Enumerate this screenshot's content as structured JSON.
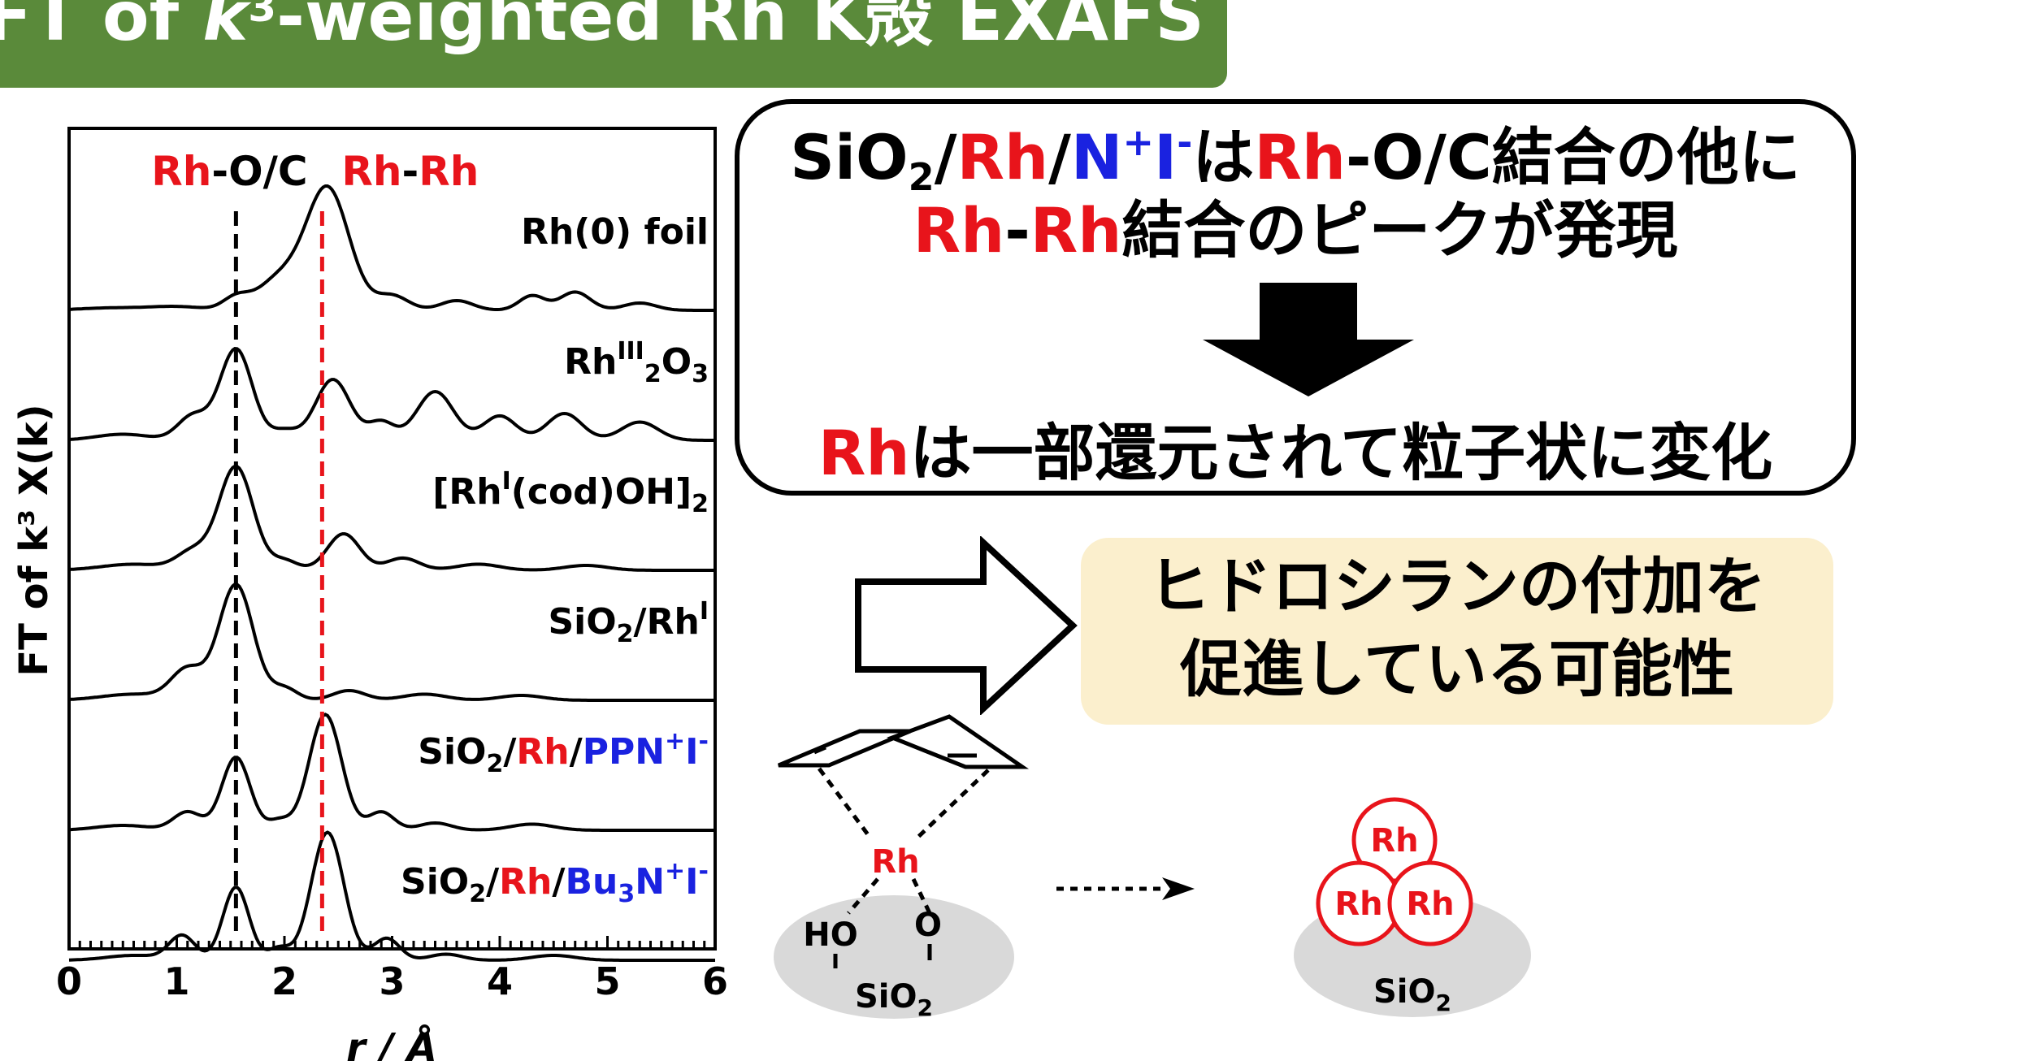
{
  "title": {
    "prefix": "FT of ",
    "k": "k",
    "exp": "3",
    "suffix": "-weighted Rh K殻 EXAFS"
  },
  "colors": {
    "red": "#e8141b",
    "blue": "#1a22e0",
    "banner": "#5a8a3a",
    "highlight": "#fbefcd"
  },
  "chart_data": {
    "type": "line",
    "xlabel": "r / Å",
    "ylabel": "FT of k³ X(k)",
    "xlim": [
      0,
      6
    ],
    "x_ticks": [
      "0",
      "1",
      "2",
      "3",
      "4",
      "5",
      "6"
    ],
    "reference_lines": [
      {
        "label_parts": [
          "Rh",
          "-O/C"
        ],
        "x": 1.55,
        "color": "#000000"
      },
      {
        "label_parts": [
          "Rh",
          "-",
          "Rh"
        ],
        "x": 2.35,
        "color": "#e8141b"
      }
    ],
    "series": [
      {
        "name": "Rh(0) foil",
        "baseline": 0.0,
        "peaks": [
          [
            0.4,
            0.02,
            0.3
          ],
          [
            1.0,
            0.03,
            0.25
          ],
          [
            1.55,
            0.1,
            0.12
          ],
          [
            1.95,
            0.25,
            0.2
          ],
          [
            2.4,
            1.0,
            0.2
          ],
          [
            3.0,
            0.12,
            0.15
          ],
          [
            3.6,
            0.08,
            0.15
          ],
          [
            4.3,
            0.12,
            0.12
          ],
          [
            4.7,
            0.15,
            0.14
          ],
          [
            5.3,
            0.06,
            0.15
          ]
        ]
      },
      {
        "name": "RhIII2O3",
        "baseline": 0.0,
        "peaks": [
          [
            0.5,
            0.05,
            0.25
          ],
          [
            1.15,
            0.2,
            0.14
          ],
          [
            1.55,
            0.75,
            0.15
          ],
          [
            2.0,
            0.08,
            0.12
          ],
          [
            2.45,
            0.5,
            0.16
          ],
          [
            2.9,
            0.15,
            0.12
          ],
          [
            3.4,
            0.4,
            0.17
          ],
          [
            4.0,
            0.2,
            0.15
          ],
          [
            4.6,
            0.22,
            0.16
          ],
          [
            5.3,
            0.15,
            0.17
          ]
        ]
      },
      {
        "name": "[RhI(cod)OH]2",
        "baseline": 0.0,
        "peaks": [
          [
            0.6,
            0.05,
            0.3
          ],
          [
            1.15,
            0.15,
            0.15
          ],
          [
            1.55,
            0.85,
            0.16
          ],
          [
            2.0,
            0.08,
            0.12
          ],
          [
            2.55,
            0.3,
            0.15
          ],
          [
            3.1,
            0.1,
            0.15
          ],
          [
            3.8,
            0.05,
            0.2
          ],
          [
            4.8,
            0.04,
            0.2
          ]
        ]
      },
      {
        "name": "SiO2/RhI",
        "baseline": 0.0,
        "peaks": [
          [
            0.6,
            0.05,
            0.3
          ],
          [
            1.1,
            0.25,
            0.15
          ],
          [
            1.55,
            0.95,
            0.16
          ],
          [
            2.0,
            0.1,
            0.12
          ],
          [
            2.6,
            0.08,
            0.15
          ],
          [
            3.3,
            0.05,
            0.2
          ],
          [
            4.2,
            0.04,
            0.2
          ]
        ]
      },
      {
        "name": "SiO2/Rh/PPN+I-",
        "baseline": 0.0,
        "peaks": [
          [
            0.5,
            0.04,
            0.25
          ],
          [
            1.1,
            0.15,
            0.13
          ],
          [
            1.55,
            0.6,
            0.13
          ],
          [
            1.95,
            0.08,
            0.1
          ],
          [
            2.38,
            0.95,
            0.15
          ],
          [
            2.9,
            0.15,
            0.12
          ],
          [
            3.4,
            0.06,
            0.15
          ],
          [
            4.3,
            0.05,
            0.2
          ]
        ]
      },
      {
        "name": "SiO2/Rh/Bu3N+I-",
        "baseline": 0.0,
        "peaks": [
          [
            0.6,
            0.04,
            0.25
          ],
          [
            1.05,
            0.2,
            0.12
          ],
          [
            1.55,
            0.6,
            0.12
          ],
          [
            1.95,
            0.1,
            0.1
          ],
          [
            2.4,
            1.05,
            0.15
          ],
          [
            2.95,
            0.18,
            0.12
          ],
          [
            3.5,
            0.05,
            0.15
          ],
          [
            4.5,
            0.04,
            0.2
          ]
        ]
      }
    ],
    "series_labels": [
      {
        "parts": [
          {
            "t": "Rh(0) foil",
            "c": "k"
          }
        ]
      },
      {
        "parts": [
          {
            "t": "Rh",
            "c": "k"
          },
          {
            "t": "III",
            "c": "k",
            "sup": true
          },
          {
            "t": "2",
            "c": "k",
            "sub": true
          },
          {
            "t": "O",
            "c": "k"
          },
          {
            "t": "3",
            "c": "k",
            "sub": true
          }
        ]
      },
      {
        "parts": [
          {
            "t": "[Rh",
            "c": "k"
          },
          {
            "t": "I",
            "c": "k",
            "sup": true
          },
          {
            "t": "(cod)OH]",
            "c": "k"
          },
          {
            "t": "2",
            "c": "k",
            "sub": true
          }
        ]
      },
      {
        "parts": [
          {
            "t": "SiO",
            "c": "k"
          },
          {
            "t": "2",
            "c": "k",
            "sub": true
          },
          {
            "t": "/Rh",
            "c": "k"
          },
          {
            "t": "I",
            "c": "k",
            "sup": true
          }
        ]
      },
      {
        "parts": [
          {
            "t": "SiO",
            "c": "k"
          },
          {
            "t": "2",
            "c": "k",
            "sub": true
          },
          {
            "t": "/",
            "c": "k"
          },
          {
            "t": "Rh",
            "c": "r"
          },
          {
            "t": "/",
            "c": "k"
          },
          {
            "t": "PPN",
            "c": "b"
          },
          {
            "t": "+",
            "c": "b",
            "sup": true
          },
          {
            "t": "I",
            "c": "b"
          },
          {
            "t": "-",
            "c": "b",
            "sup": true
          }
        ]
      },
      {
        "parts": [
          {
            "t": "SiO",
            "c": "k"
          },
          {
            "t": "2",
            "c": "k",
            "sub": true
          },
          {
            "t": "/",
            "c": "k"
          },
          {
            "t": "Rh",
            "c": "r"
          },
          {
            "t": "/",
            "c": "k"
          },
          {
            "t": "Bu",
            "c": "b"
          },
          {
            "t": "3",
            "c": "b",
            "sub": true
          },
          {
            "t": "N",
            "c": "b"
          },
          {
            "t": "+",
            "c": "b",
            "sup": true
          },
          {
            "t": "I",
            "c": "b"
          },
          {
            "t": "-",
            "c": "b",
            "sup": true
          }
        ]
      }
    ]
  },
  "conclusion": {
    "line1": {
      "a": "SiO",
      "a_sub": "2",
      "b": "/",
      "c": "Rh",
      "d": "/",
      "e": "N",
      "e_sup": "+",
      "f": "I",
      "f_sup": "-",
      "g": "は",
      "h": "Rh",
      "i": "-O/C結合の他に"
    },
    "line2": {
      "a": "Rh",
      "b": "-",
      "c": "Rh",
      "d": "結合のピークが発現"
    },
    "line3": {
      "a": "Rh",
      "b": "は一部還元されて粒子状に変化"
    }
  },
  "result": {
    "line1": "ヒドロシランの付加を",
    "line2": "促進している可能性"
  },
  "scheme": {
    "rh": "Rh",
    "ho": "HO",
    "o": "O",
    "support_left": "SiO",
    "support_left_sub": "2",
    "support_right": "SiO",
    "support_right_sub": "2",
    "particle_labels": [
      "Rh",
      "Rh",
      "Rh"
    ]
  }
}
